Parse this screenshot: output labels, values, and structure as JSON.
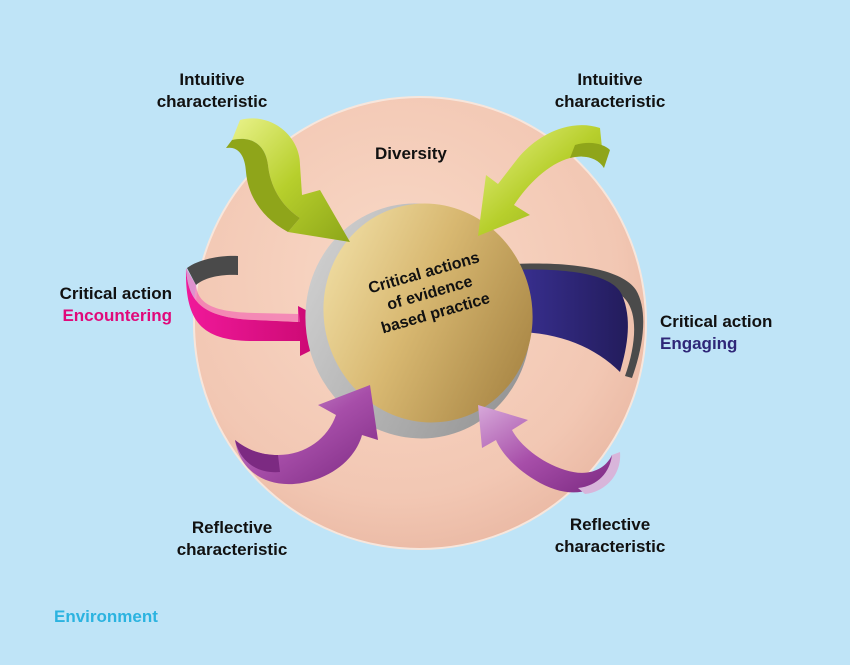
{
  "diagram": {
    "center_title": [
      "Critical actions",
      "of evidence",
      "based practice"
    ],
    "ring_label": "Diversity",
    "outer_label": "Environment",
    "intuitive_top_left": [
      "Intuitive",
      "characteristic"
    ],
    "intuitive_top_right": [
      "Intuitive",
      "characteristic"
    ],
    "critical_left": {
      "line1": "Critical action",
      "line2": "Encountering"
    },
    "critical_right": {
      "line1": "Critical action",
      "line2": "Engaging"
    },
    "reflective_bottom_left": [
      "Reflective",
      "characteristic"
    ],
    "reflective_bottom_right": [
      "Reflective",
      "characteristic"
    ]
  },
  "colors": {
    "background": "#bfe4f7",
    "outer_circle": "#f2c9b4",
    "disc_gold": "#c9a55a",
    "intuitive_arrow": "#b5cf2e",
    "encountering_arrow": "#e0097a",
    "engaging_arrow": "#2f2778",
    "reflective_arrow": "#a64ca8",
    "environment_text": "#2bb3e0"
  }
}
